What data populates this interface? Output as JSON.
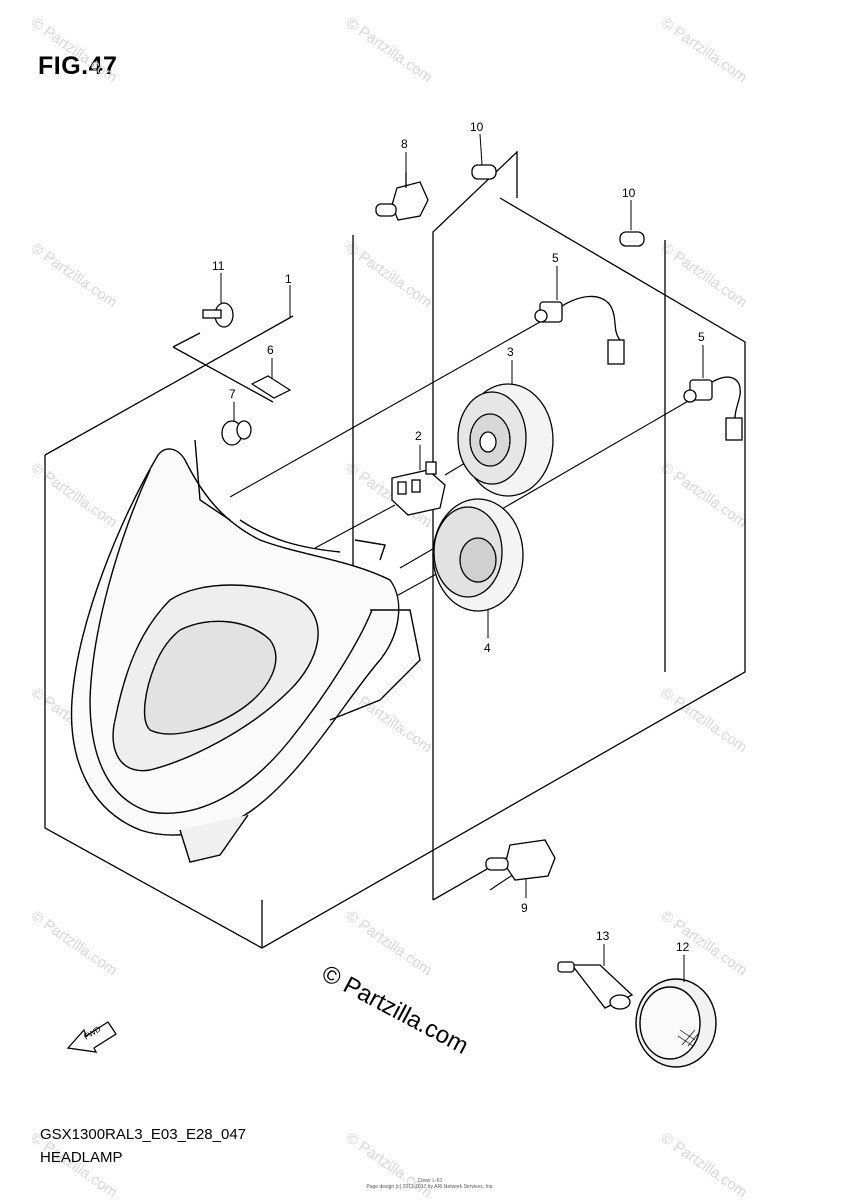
{
  "figure": {
    "title": "FIG.47",
    "model_code": "GSX1300RAL3_E03_E28_047",
    "name": "HEADLAMP"
  },
  "callouts": [
    "1",
    "2",
    "3",
    "4",
    "5",
    "5",
    "6",
    "7",
    "8",
    "9",
    "10",
    "10",
    "11",
    "12",
    "13"
  ],
  "arrow_label": "FWD",
  "watermark": {
    "center_text": "© Partzilla.com",
    "tile_text": "© Partzilla.com"
  },
  "footer": {
    "line1": "Cover L-61",
    "line2": "Page design (c) 2011-2017 by ARI Network Services, Inc."
  },
  "colors": {
    "line": "#000000",
    "watermark": "#d9d9d9"
  }
}
